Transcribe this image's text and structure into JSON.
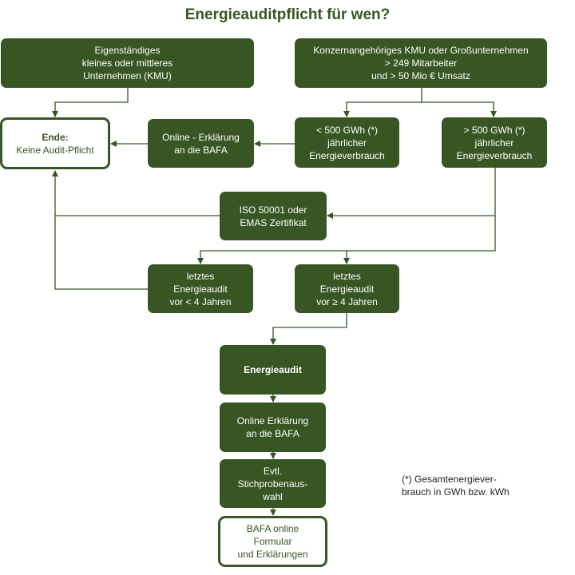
{
  "title": "Energieauditpflicht  für wen?",
  "colors": {
    "box_fill": "#375623",
    "line": "#375623",
    "title": "#375623"
  },
  "boxes": {
    "kmu": [
      "Eigenständiges",
      "kleines oder mittleres",
      "Unternehmen (KMU)"
    ],
    "konzern": [
      "Konzernangehöriges KMU oder Großunternehmen",
      "> 249 Mitarbeiter",
      "und  > 50 Mio € Umsatz"
    ],
    "ende": [
      "Ende:",
      "Keine Audit-Pflicht"
    ],
    "online_erklaerung_1": [
      "Online - Erklärung",
      "an die  BAFA"
    ],
    "lt500": [
      "< 500 GWh (*)",
      "jährlicher",
      "Energieverbrauch"
    ],
    "gt500": [
      "> 500 GWh (*)",
      "jährlicher",
      "Energieverbrauch"
    ],
    "iso": [
      "ISO 50001 oder",
      "EMAS Zertifikat"
    ],
    "lt4": [
      "letztes",
      "Energieaudit",
      "vor < 4 Jahren"
    ],
    "ge4": [
      "letztes",
      "Energieaudit",
      "vor ≥ 4 Jahren"
    ],
    "energieaudit": [
      "Energieaudit"
    ],
    "online_erklaerung_2": [
      "Online Erklärung",
      "an die BAFA"
    ],
    "stichprobe": [
      "Evtl.",
      "Stichprobenaus-",
      "wahl"
    ],
    "bafa_formular": [
      "BAFA online",
      "Formular",
      "und Erklärungen"
    ]
  },
  "footnote": [
    "(*) Gesamtenergiever-",
    "brauch in GWh bzw. kWh"
  ]
}
